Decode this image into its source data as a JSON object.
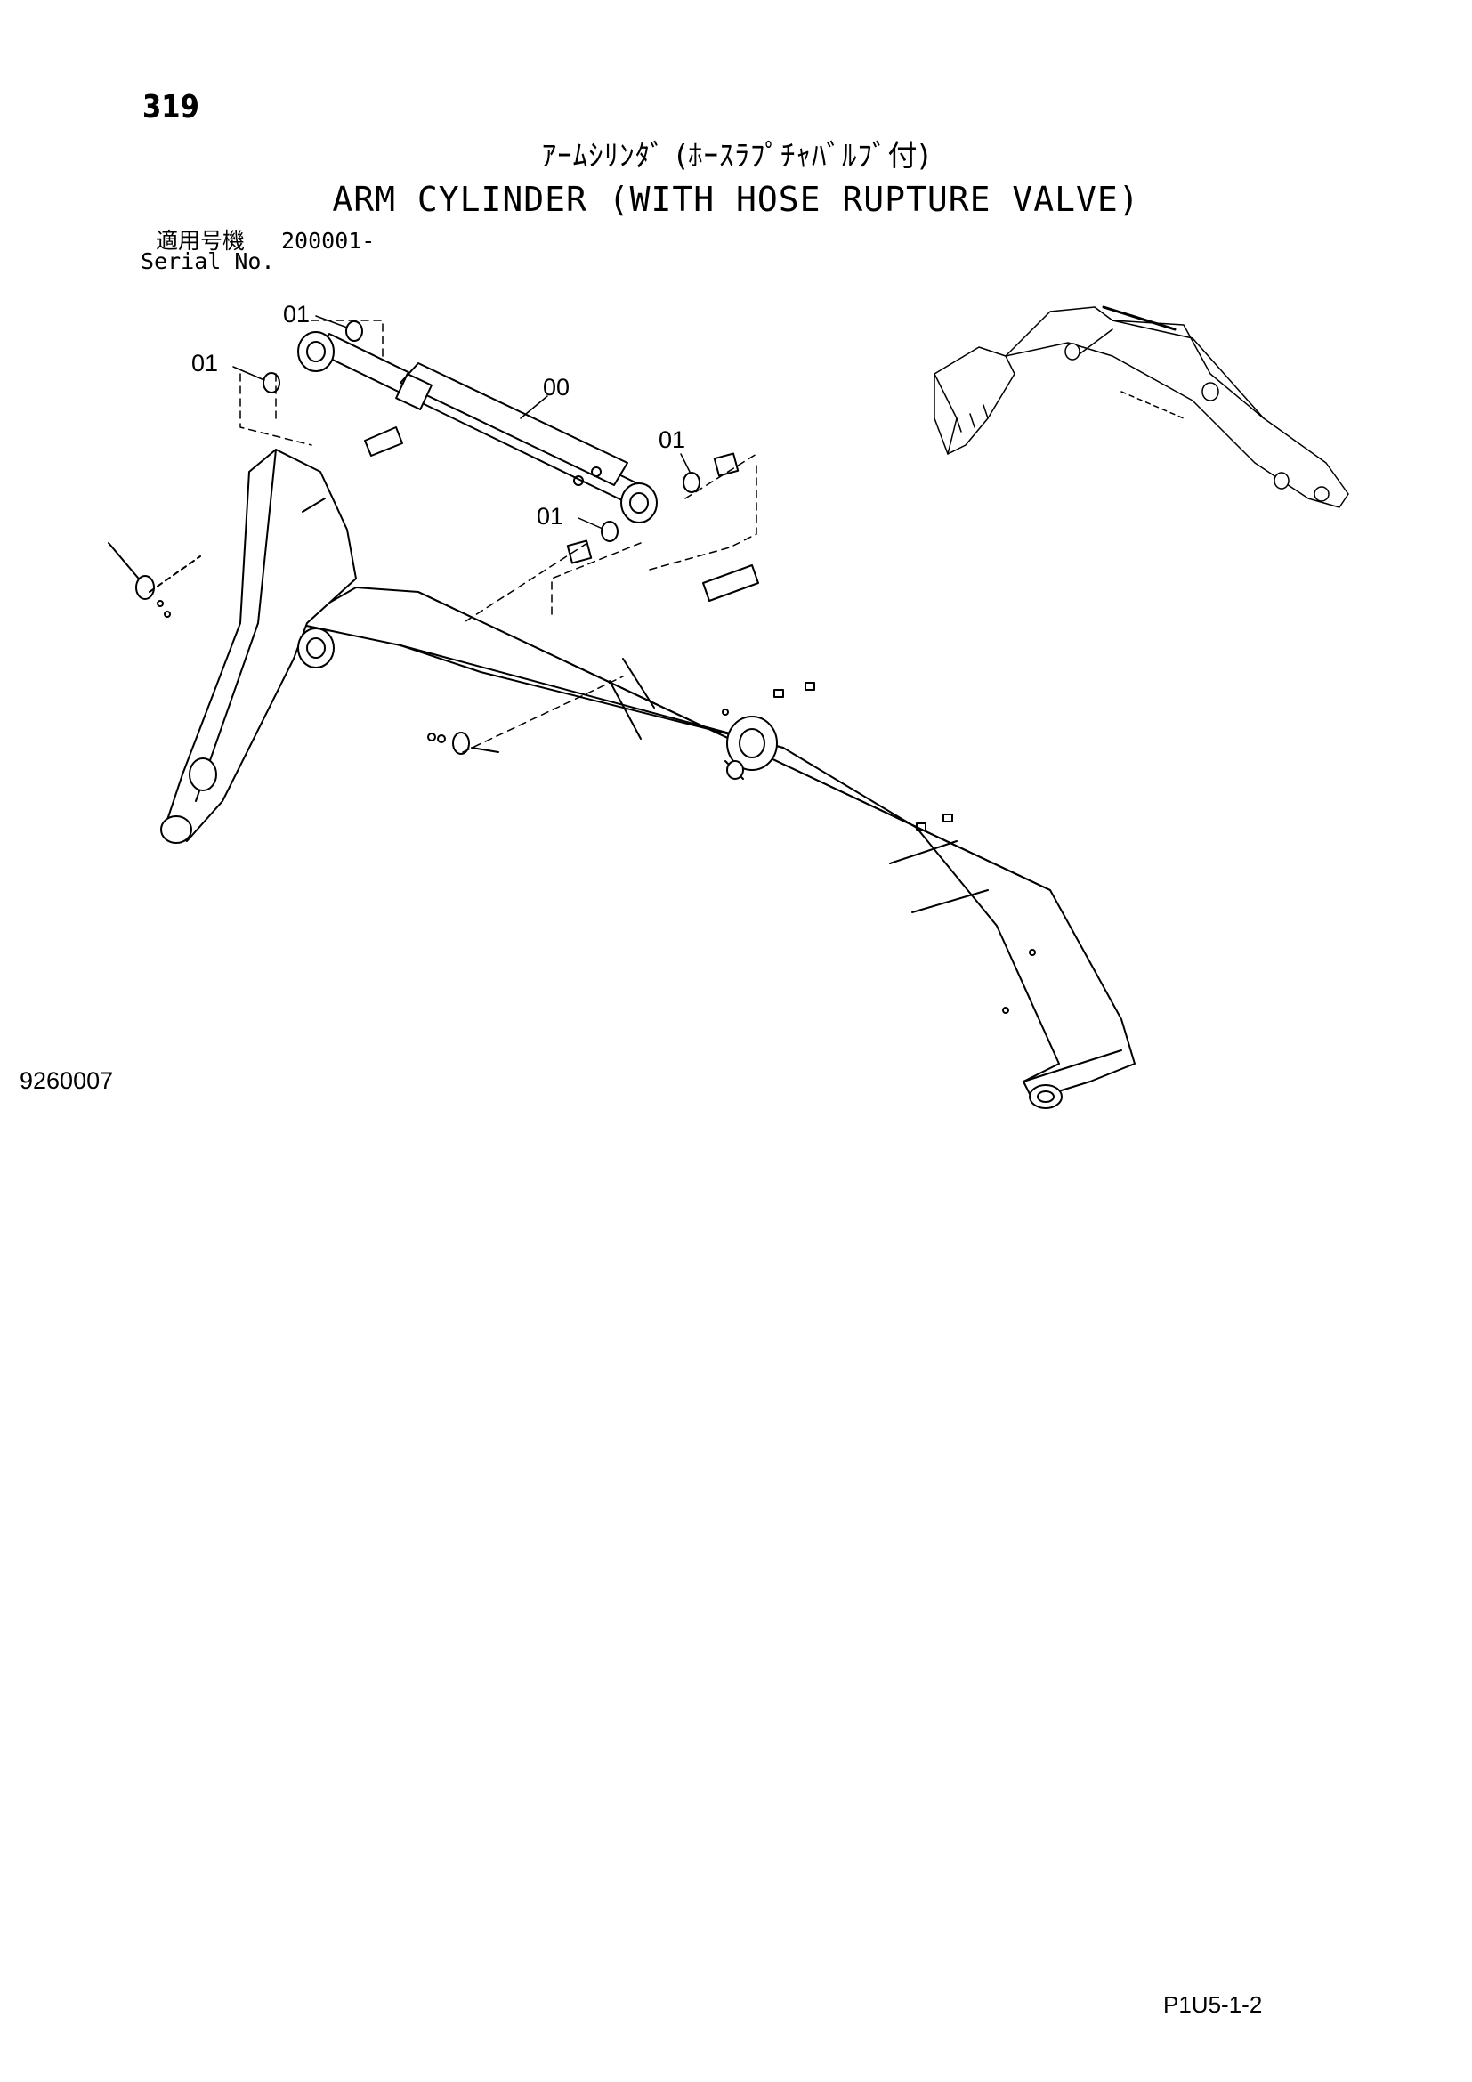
{
  "page": {
    "number": "319",
    "code": "P1U5-1-2"
  },
  "title": {
    "japanese": "ｱｰﾑｼﾘﾝﾀﾞ (ﾎｰｽﾗﾌﾟﾁｬﾊﾞﾙﾌﾞ付)",
    "english": "ARM CYLINDER (WITH HOSE RUPTURE VALVE)"
  },
  "serial": {
    "label_japanese": "適用号機",
    "label_english": "Serial No.",
    "value": "200001-"
  },
  "drawing": {
    "number": "9260007",
    "callouts": [
      "01",
      "01",
      "00",
      "01",
      "01"
    ]
  }
}
